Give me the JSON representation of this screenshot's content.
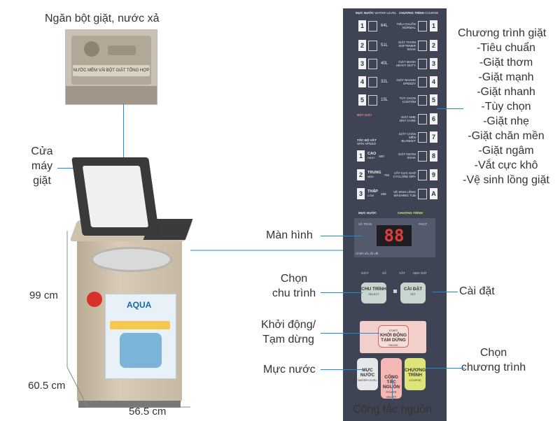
{
  "labels": {
    "drawer": "Ngăn bột giặt, nước xả",
    "door": [
      "Cửa",
      "máy",
      "giặt"
    ],
    "programs_title": "Chương trình giặt",
    "programs": [
      "-Tiêu chuẩn",
      "-Giặt thơm",
      "-Giặt mạnh",
      "-Giặt nhanh",
      "-Tùy chọn",
      "-Giặt nhẹ",
      "-Giặt chăn mền",
      "-Giặt ngâm",
      "-Vắt cực khô",
      "-Vệ sinh lồng giặt"
    ],
    "display": "Màn hình",
    "select_program_button": [
      "Chọn",
      "chu trình"
    ],
    "settings": "Cài đặt",
    "start_pause": [
      "Khởi động/",
      "Tạm dừng"
    ],
    "water_level": "Mực nước",
    "choose_program": [
      "Chọn",
      "chương trình"
    ],
    "power_switch": "Công tắc nguồn"
  },
  "dimensions": {
    "height": "99 cm",
    "depth": "60.5 cm",
    "width": "56.5 cm"
  },
  "drawer_photo": {
    "left_label": "NƯỚC MỀM VẢI",
    "right_label": "BỘT GIẶT TỔNG HỢP"
  },
  "machine_photo": {
    "brand": "AQUA"
  },
  "panel": {
    "water_header": "MỰC NƯỚC",
    "water_header_en": "WATER LEVEL",
    "program_header": "CHƯƠNG TRÌNH",
    "program_header_en": "COURSE",
    "water_levels": [
      {
        "n": "1",
        "v": "64L"
      },
      {
        "n": "2",
        "v": "51L"
      },
      {
        "n": "3",
        "v": "40L"
      },
      {
        "n": "4",
        "v": "32L"
      },
      {
        "n": "5",
        "v": "15L"
      }
    ],
    "detergent_label": "BỘT GIẶT",
    "programs": [
      {
        "n": "1",
        "t": "TIÊU CHUẨN",
        "e": "NORMAL"
      },
      {
        "n": "2",
        "t": "GIẶT THƠM",
        "e": "SOFTENER SOAK"
      },
      {
        "n": "3",
        "t": "GIẶT MẠNH",
        "e": "HEAVY DUTY"
      },
      {
        "n": "4",
        "t": "GIẶT NHANH",
        "e": "SPEEDY"
      },
      {
        "n": "5",
        "t": "TÙY CHỌN",
        "e": "CUSTOM"
      },
      {
        "n": "6",
        "t": "GIẶT NHẸ",
        "e": "DRY CARE"
      },
      {
        "n": "7",
        "t": "GIẶT CHĂN MỀN",
        "e": "BLANKET"
      },
      {
        "n": "8",
        "t": "GIẶT NGÂM",
        "e": "SOAK"
      },
      {
        "n": "9",
        "t": "VẮT CỰC KHÔ",
        "e": "CYCLONE DRY"
      },
      {
        "n": "A",
        "t": "VỆ SINH LỒNG",
        "e": "WASHING TUB"
      }
    ],
    "spin_header": "TỐC ĐỘ VẮT",
    "spin_header_en": "SPIN SPEED",
    "spin": [
      {
        "n": "1",
        "l": "CAO",
        "e": "HIGH",
        "v": "800"
      },
      {
        "n": "2",
        "l": "TRUNG",
        "e": "MED",
        "v": "750"
      },
      {
        "n": "3",
        "l": "THẤP",
        "e": "LOW",
        "v": "480"
      }
    ],
    "display_left": "XẢ TRÀN",
    "display_right": "PHÚT",
    "digits": "88",
    "spin_note": "Chỉnh tốc độ vắt",
    "stages": [
      "GIẶT",
      "XẢ",
      "VẮT",
      "HẸN GIỜ"
    ],
    "btn_select": "CHU TRÌNH",
    "btn_select_en": "SELECT",
    "btn_set": "CÀI ĐẶT",
    "btn_set_en": "SET",
    "btn_start": [
      "KHỞI ĐỘNG",
      "TẠM DỪNG"
    ],
    "btn_start_en_top": "START",
    "btn_start_en_bottom": "PAUSE",
    "btn_water": "MỰC NƯỚC",
    "btn_water_en": "WATER LEVEL",
    "btn_power": [
      "CÔNG TẮC",
      "NGUỒN"
    ],
    "btn_power_en": "POWER ON/OFF",
    "btn_course": "CHƯƠNG TRÌNH",
    "btn_course_en": "COURSE"
  },
  "colors": {
    "leader_line": "#1f8bd6",
    "panel_bg": "#3e4453",
    "button_select": "#c9d6cf",
    "button_start": "#f2cfcb",
    "button_water": "#e5e7e9",
    "button_power": "#f4b7b3",
    "button_course": "#dfe47a",
    "display_digits": "#e53c3c"
  }
}
